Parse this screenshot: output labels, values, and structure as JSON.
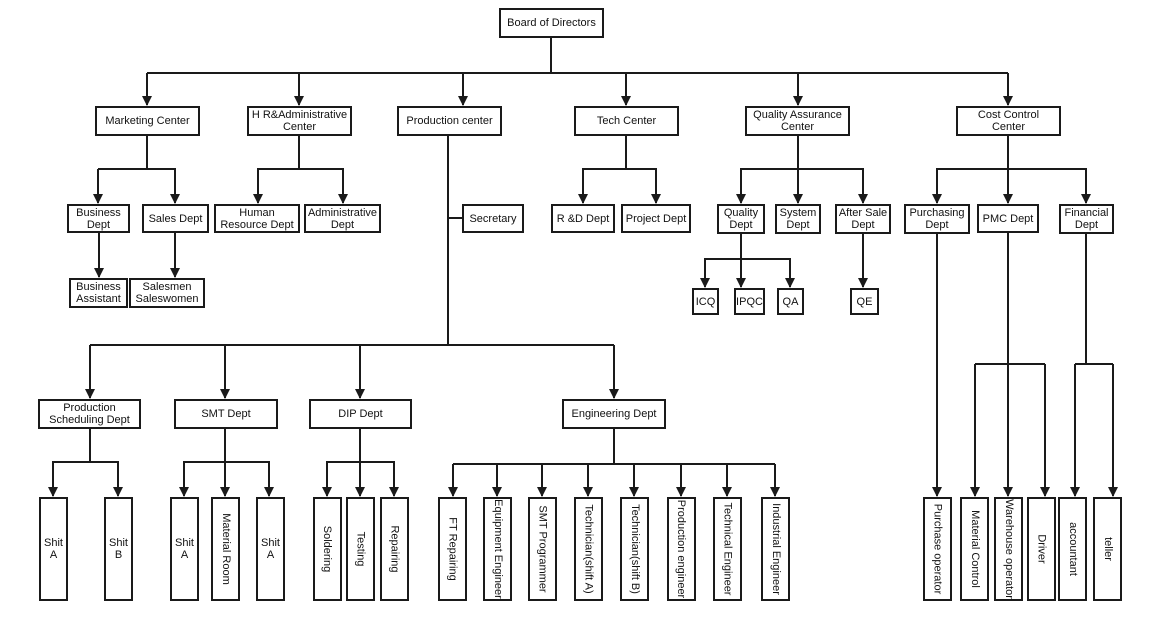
{
  "diagram": {
    "nodes": {
      "board": "Board of Directors",
      "marketing": "Marketing Center",
      "hr": "H R&Administrative\nCenter",
      "production": "Production center",
      "tech": "Tech Center",
      "qa_center": "Quality Assurance\nCenter",
      "cost": "Cost Control\nCenter",
      "business_dept": "Business\nDept",
      "sales_dept": "Sales Dept",
      "human_resource": "Human\nResource Dept",
      "administrative": "Administrative\nDept",
      "secretary": "Secretary",
      "rd_dept": "R &D Dept",
      "project_dept": "Project Dept",
      "quality_dept": "Quality\nDept",
      "system_dept": "System\nDept",
      "after_sale": "After Sale\nDept",
      "purchasing_dept": "Purchasing\nDept",
      "pmc_dept": "PMC Dept",
      "financial_dept": "Financial\nDept",
      "business_assistant": "Business\nAssistant",
      "salesmen": "Salesmen\nSaleswomen",
      "icq": "ICQ",
      "ipqc": "IPQC",
      "qa": "QA",
      "qe": "QE",
      "scheduling": "Production\nScheduling Dept",
      "smt_dept": "SMT Dept",
      "dip_dept": "DIP Dept",
      "engineering": "Engineering Dept",
      "shift_a1": "Shit\nA",
      "shift_b": "Shit\nB",
      "shift_a2": "Shit\nA",
      "material_room": "Material Room",
      "shift_a3": "Shit\nA",
      "soldering": "Soldering",
      "testing": "Testing",
      "repairing": "Repairing",
      "ft_repairing": "FT Repairing",
      "equipment_engineer": "Equipment Engineer",
      "smt_programmer": "SMT Programmer",
      "technician_a": "Technician(shift A)",
      "technician_b": "Technician(shift B)",
      "production_engineer": "Production engineer",
      "technical_engineer": "Technical Engineer",
      "industrial_engineer": "Industrial Engineer",
      "purchase_operator": "Purchase operator",
      "material_control": "Material Control",
      "warehouse_operator": "Warehouse operator",
      "driver": "Driver",
      "accountant": "accountant",
      "teller": "teller"
    }
  }
}
